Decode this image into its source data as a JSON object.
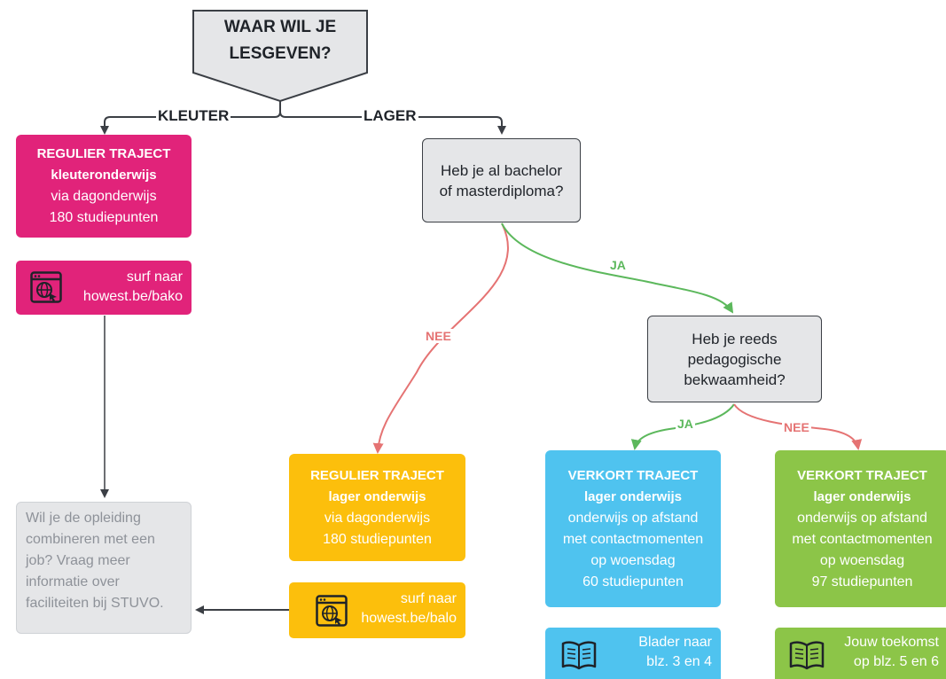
{
  "question_main": [
    "WAAR WIL JE",
    "LESGEVEN?"
  ],
  "question_degree": [
    "Heb je al bachelor",
    "of masterdiploma?"
  ],
  "question_pedagogy": [
    "Heb je reeds",
    "pedagogische",
    "bekwaamheid?"
  ],
  "edge_labels": {
    "kleuter": "KLEUTER",
    "lager": "LAGER",
    "nee_degree": "NEE",
    "ja_degree": "JA",
    "ja_pedagogy": "JA",
    "nee_pedagogy": "NEE"
  },
  "box_kleuter": [
    "REGULIER TRAJECT",
    "kleuteronderwijs",
    "via dagonderwijs",
    "180 studiepunten"
  ],
  "link_kleuter": [
    "surf naar",
    "howest.be/bako"
  ],
  "box_lager_regular": [
    "REGULIER TRAJECT",
    "lager onderwijs",
    "via dagonderwijs",
    "180 studiepunten"
  ],
  "link_lager": [
    "surf naar",
    "howest.be/balo"
  ],
  "box_verkort_60": [
    "VERKORT TRAJECT",
    "lager onderwijs",
    "onderwijs op afstand",
    "met contactmomenten",
    "op woensdag",
    "60 studiepunten"
  ],
  "link_verkort_60": [
    "Blader naar",
    "blz. 3 en 4"
  ],
  "box_verkort_97": [
    "VERKORT TRAJECT",
    "lager onderwijs",
    "onderwijs op afstand",
    "met contactmomenten",
    "op woensdag",
    "97 studiepunten"
  ],
  "link_verkort_97": [
    "Jouw toekomst",
    "op blz. 5 en 6"
  ],
  "note_job": [
    "Wil je de opleiding",
    "combineren met een",
    "job? Vraag meer",
    "informatie over",
    "faciliteiten bij STUVO."
  ],
  "icons": [
    "web-globe-icon",
    "book-icon"
  ],
  "colors": {
    "pink": "#e1237a",
    "yellow": "#fcbf0c",
    "blue": "#4fc3ef",
    "green": "#8cc548",
    "gray": "#e5e6e8",
    "ja_edge": "#5cb85c",
    "nee_edge": "#e57373",
    "dark_edge": "#3b3f45"
  }
}
